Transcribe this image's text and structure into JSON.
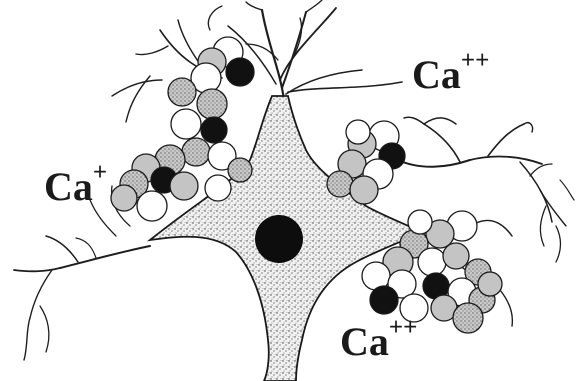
{
  "labels": {
    "ion_top_right": {
      "base": "Ca",
      "charge": "++"
    },
    "ion_left": {
      "base": "Ca",
      "charge": "+"
    },
    "ion_bottom_right": {
      "base": "Ca",
      "charge": "++"
    }
  },
  "colors": {
    "ink": "#1a1a1a",
    "soma_fill": "#d6d6d6",
    "nucleus": "#0d0d0d",
    "bead_white": "#ffffff",
    "bead_light_gray": "#c4c4c4",
    "bead_stippled": "#a6a6a6",
    "bead_black": "#111111"
  }
}
